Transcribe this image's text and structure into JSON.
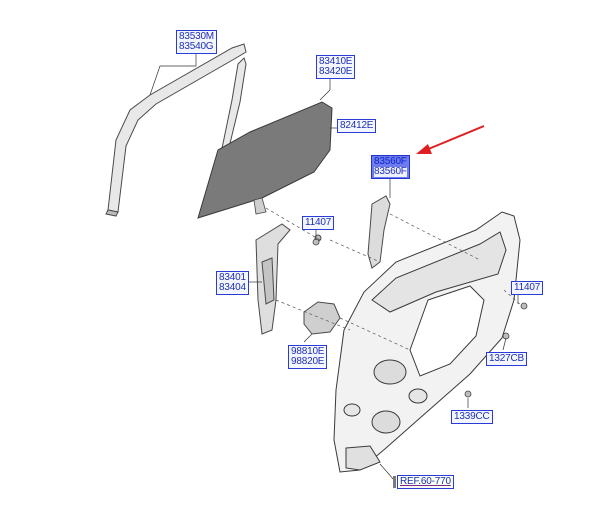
{
  "callouts": [
    {
      "id": "window-channel",
      "lines": [
        "83530M",
        "83540G"
      ]
    },
    {
      "id": "door-glass",
      "lines": [
        "83410E",
        "83420E"
      ]
    },
    {
      "id": "glass-part",
      "lines": [
        "82412E"
      ]
    },
    {
      "id": "regulator-front",
      "lines": [
        "83560F",
        "83560F"
      ]
    },
    {
      "id": "bolt-upper",
      "lines": [
        "11407"
      ]
    },
    {
      "id": "regulator",
      "lines": [
        "83401",
        "83404"
      ]
    },
    {
      "id": "bolt-right",
      "lines": [
        "11407"
      ]
    },
    {
      "id": "motor",
      "lines": [
        "98810E",
        "98820E"
      ]
    },
    {
      "id": "clip",
      "lines": [
        "1327CB"
      ]
    },
    {
      "id": "grommet",
      "lines": [
        "1339CC"
      ]
    },
    {
      "id": "reference",
      "lines": [
        "REF.60-770"
      ]
    }
  ],
  "colors": {
    "label_border": "#2a3cd8",
    "label_text": "#1f2fb5",
    "highlight": "#6c7cf0",
    "arrow": "#e02020",
    "glass": "#6e6e6e",
    "line": "#333333"
  }
}
